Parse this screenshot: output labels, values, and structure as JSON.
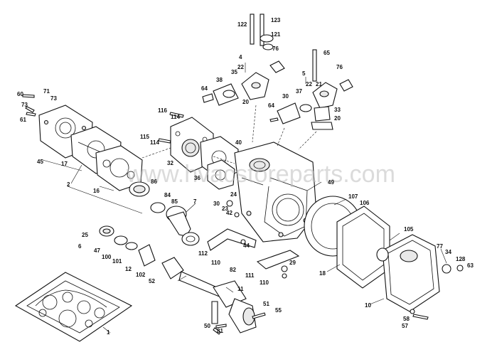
{
  "watermark": "www.hvacstoreparts.com",
  "labels": {
    "l1": "1",
    "l2": "2",
    "l4": "4",
    "l5": "5",
    "l6": "6",
    "l7": "7",
    "l10": "10",
    "l11": "11",
    "l12": "12",
    "l16": "16",
    "l17": "17",
    "l18": "18",
    "l20a": "20",
    "l20b": "20",
    "l21": "21",
    "l22a": "22",
    "l22b": "22",
    "l23": "23",
    "l24": "24",
    "l25": "25",
    "l29": "29",
    "l30a": "30",
    "l30b": "30",
    "l32": "32",
    "l33": "33",
    "l34": "34",
    "l35": "35",
    "l36": "36",
    "l37": "37",
    "l38": "38",
    "l40": "40",
    "l42": "42",
    "l44": "44",
    "l45": "45",
    "l47": "47",
    "l49": "49",
    "l50": "50",
    "l51": "51",
    "l52": "52",
    "l55": "55",
    "l57": "57",
    "l58": "58",
    "l60": "60",
    "l61": "61",
    "l63": "63",
    "l64a": "64",
    "l64b": "64",
    "l65": "65",
    "l71": "71",
    "l73a": "73",
    "l73b": "73",
    "l76a": "76",
    "l76b": "76",
    "l77": "77",
    "l81": "81",
    "l82": "82",
    "l84": "84",
    "l85": "85",
    "l86": "86",
    "l100": "100",
    "l101": "101",
    "l102": "102",
    "l105": "105",
    "l106": "106",
    "l107": "107",
    "l110a": "110",
    "l110b": "110",
    "l111": "111",
    "l112": "112",
    "l114a": "114",
    "l114b": "114",
    "l115": "115",
    "l116": "116",
    "l121": "121",
    "l122": "122",
    "l123": "123",
    "l128": "128"
  }
}
